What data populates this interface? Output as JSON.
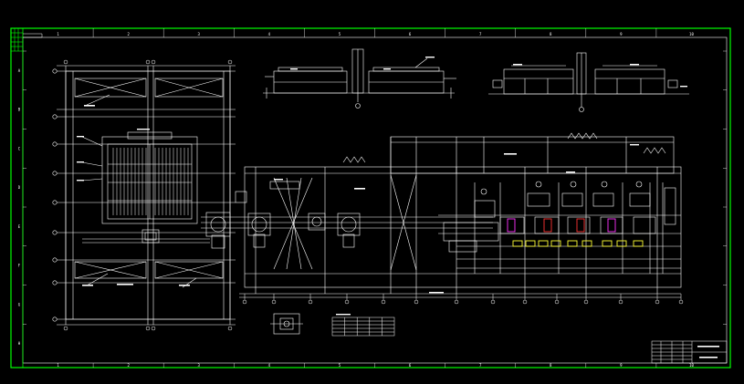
{
  "drawing": {
    "frame_color": "#00ff00",
    "line_color": "#ffffff",
    "accent_yellow": "#ffff33",
    "accent_red": "#ff3333",
    "accent_magenta": "#ff33ff",
    "top_zone_numbers": [
      "1",
      "2",
      "3",
      "4",
      "5",
      "6",
      "7",
      "8",
      "9",
      "10"
    ],
    "left_zone_letters": [
      "A",
      "B",
      "C",
      "D",
      "E",
      "F",
      "G",
      "H"
    ],
    "legend_table": {
      "rows": 5,
      "cols": 5
    },
    "title_block_rows": 6
  }
}
